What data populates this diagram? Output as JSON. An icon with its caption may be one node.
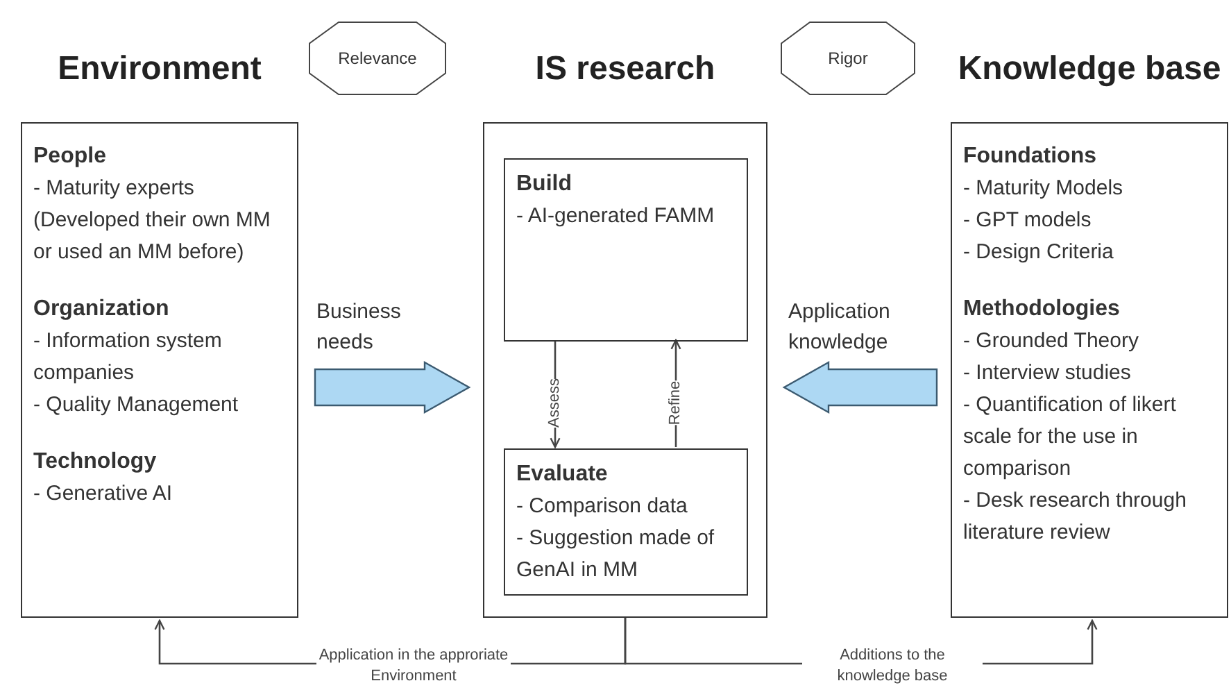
{
  "diagram": {
    "nodes": [
      {
        "text": [
          "Environment",
          "People",
          "- Maturity experts (Developed their own MM or used an MM before)",
          "Organization",
          "- Information system companies",
          "- Quality Management",
          "Technology",
          "- Generative AI"
        ]
      },
      {
        "text": [
          "Relevance"
        ]
      },
      {
        "text": [
          "IS research"
        ]
      },
      {
        "text": [
          "Build",
          "- AI-generated FAMM"
        ],
        "in": 2
      },
      {
        "text": [
          "Evaluate",
          "- Comparison data",
          "- Suggestion made of GenAI in MM"
        ],
        "in": 2
      },
      {
        "text": [
          "Rigor"
        ]
      },
      {
        "text": [
          "Knowledge base",
          "Foundations",
          "- Maturity Models",
          "- GPT models",
          "- Design Criteria",
          "Methodologies",
          "- Grounded Theory",
          "- Interview studies",
          "- Quantification of likert scale for the use in comparison",
          "- Desk research through literature review"
        ]
      }
    ],
    "edges": [
      {
        "from": 0,
        "to": 2,
        "arrow": "to",
        "label": "Business needs",
        "style": "thick",
        "color": "#add8f3"
      },
      {
        "from": 6,
        "to": 2,
        "arrow": "to",
        "label": "Application knowledge",
        "style": "thick",
        "color": "#add8f3"
      },
      {
        "from": 3,
        "to": 4,
        "arrow": "to",
        "label": "Assess"
      },
      {
        "from": 4,
        "to": 3,
        "arrow": "to",
        "label": "Refine"
      },
      {
        "from": 2,
        "to": 0,
        "arrow": "to",
        "label": "Application in the approriate Environment"
      },
      {
        "from": 2,
        "to": 6,
        "arrow": "to",
        "label": "Additions to the knowledge base"
      }
    ]
  }
}
